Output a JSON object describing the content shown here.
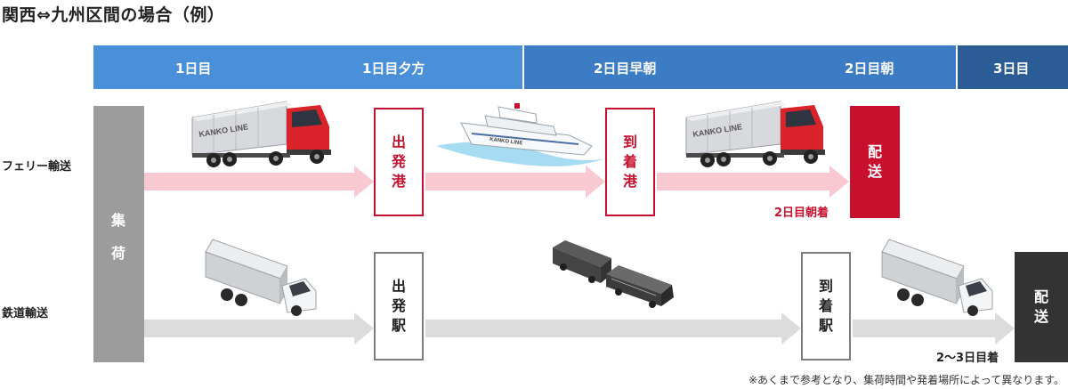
{
  "title": "関西⇔九州区間の場合（例）",
  "timeline": {
    "day1": "1日目",
    "day1_evening": "1日目夕方",
    "day2_morning_early": "2日目早朝",
    "day2_morning": "2日目朝",
    "day3": "3日目"
  },
  "rows": {
    "ferry_label": "フェリー輸送",
    "rail_label": "鉄道輸送"
  },
  "shuka": [
    "集",
    "荷"
  ],
  "ferry": {
    "departure_port": [
      "出",
      "発",
      "港"
    ],
    "arrival_port": [
      "到",
      "着",
      "港"
    ],
    "delivery": [
      "配",
      "送"
    ],
    "arrival_note": "2日目朝着",
    "truck_logo": "KANKO LINE",
    "ship_logo": "KANKO LINE"
  },
  "rail": {
    "departure_station": [
      "出",
      "発",
      "駅"
    ],
    "arrival_station": [
      "到",
      "着",
      "駅"
    ],
    "delivery": [
      "配",
      "送"
    ],
    "arrival_note": "2〜3日目着"
  },
  "footnote": "※あくまで参考となり、集荷時間や発着場所によって異なります。",
  "colors": {
    "timeline_light": "#4a90d9",
    "timeline_mid": "#3c7cc4",
    "timeline_dark": "#2b5c96",
    "ferry_red": "#c8102e",
    "ferry_arrow": "#f8c9d1",
    "rail_arrow": "#dcdcdc",
    "shuka_gray": "#9c9c9c",
    "rail_delivery": "#333333"
  },
  "icons": [
    "truck-icon",
    "ferry-ship-icon",
    "freight-train-icon"
  ]
}
